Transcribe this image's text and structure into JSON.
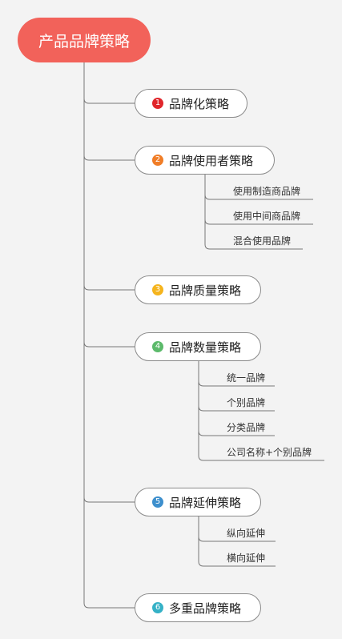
{
  "root": "产品品牌策略",
  "branches": [
    {
      "num": "1",
      "color": "#e0262b",
      "label": "品牌化策略",
      "children": []
    },
    {
      "num": "2",
      "color": "#f07d27",
      "label": "品牌使用者策略",
      "children": [
        "使用制造商品牌",
        "使用中间商品牌",
        "混合使用品牌"
      ]
    },
    {
      "num": "3",
      "color": "#f5b41d",
      "label": "品牌质量策略",
      "children": []
    },
    {
      "num": "4",
      "color": "#5cba6b",
      "label": "品牌数量策略",
      "children": [
        "统一品牌",
        "个别品牌",
        "分类品牌",
        "公司名称+个别品牌"
      ]
    },
    {
      "num": "5",
      "color": "#3d8fcd",
      "label": "品牌延伸策略",
      "children": [
        "纵向延伸",
        "横向延伸"
      ]
    },
    {
      "num": "6",
      "color": "#35b1c6",
      "label": "多重品牌策略",
      "children": []
    }
  ]
}
